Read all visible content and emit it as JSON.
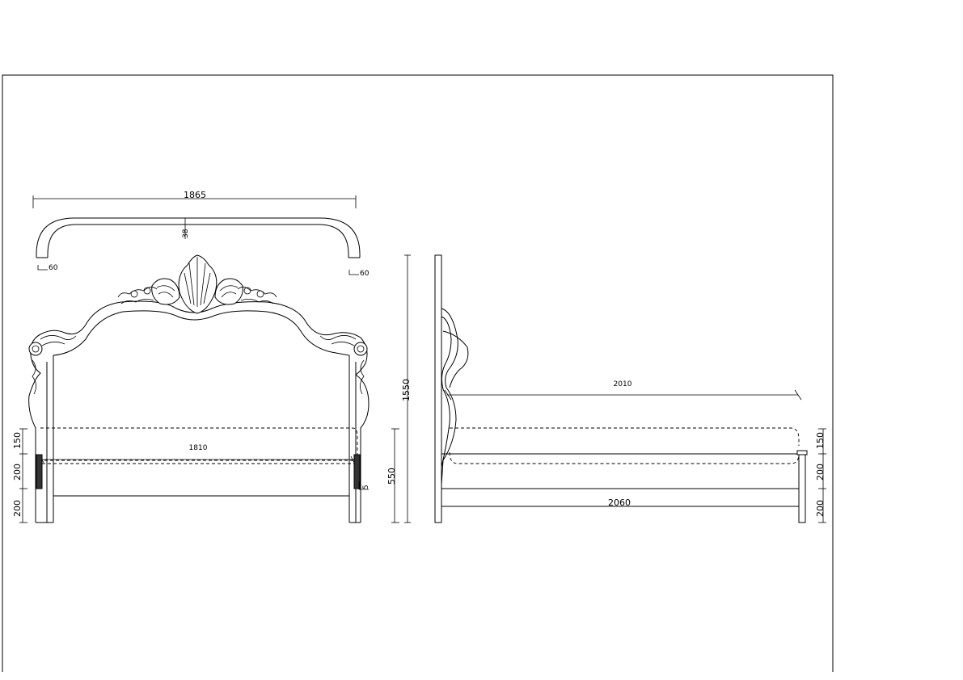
{
  "front_view": {
    "overall_width": "1865",
    "rail_thickness": "38",
    "rail_leg_left": "60",
    "rail_leg_right": "60",
    "inner_width": "1810",
    "mattress_height": "150",
    "rail_height": "200",
    "leg_clearance": "200",
    "cleat": "5"
  },
  "side_view": {
    "headboard_height": "1550",
    "footboard_height": "550",
    "inner_length": "2010",
    "overall_length": "2060",
    "mattress_height": "150",
    "rail_height": "200",
    "leg_clearance": "200"
  }
}
